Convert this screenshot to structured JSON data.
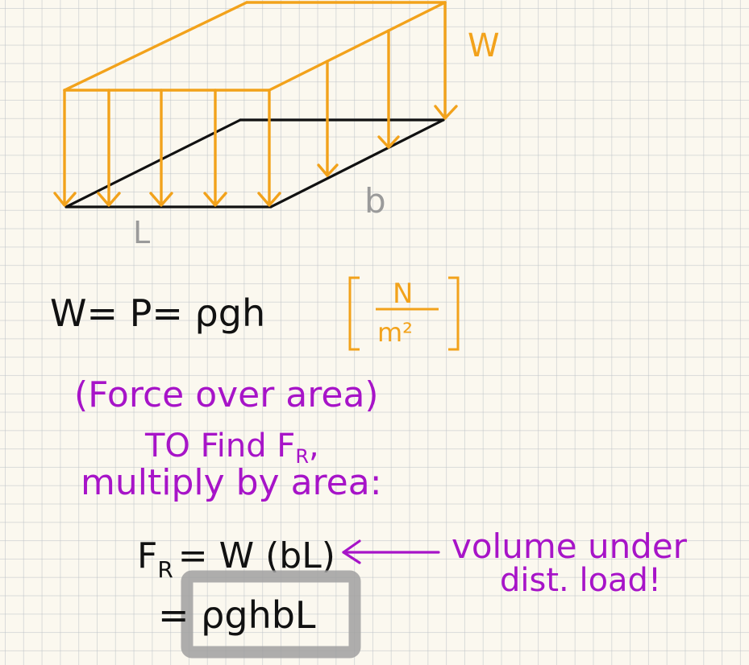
{
  "diagram": {
    "labels": {
      "load": "W",
      "width": "b",
      "length": "L"
    }
  },
  "notes": {
    "equation": "W= P= ρgh",
    "units_num": "N",
    "units_den": "m²",
    "explanation": "(Force over area)",
    "step_line1": "TO Find F",
    "step_line1_sub": "R",
    "step_line1_end": ",",
    "step_line2": "multiply by area:",
    "result_F": "F",
    "result_sub": "R",
    "result_rhs": "= W (bL)",
    "result_final": "= ρghbL",
    "arrow_note_line1": "volume under",
    "arrow_note_line2": "dist. load!"
  },
  "colors": {
    "load": "#f2a21b",
    "ink": "#111111",
    "note": "#a714c8",
    "highlight": "#9a9a9a"
  }
}
